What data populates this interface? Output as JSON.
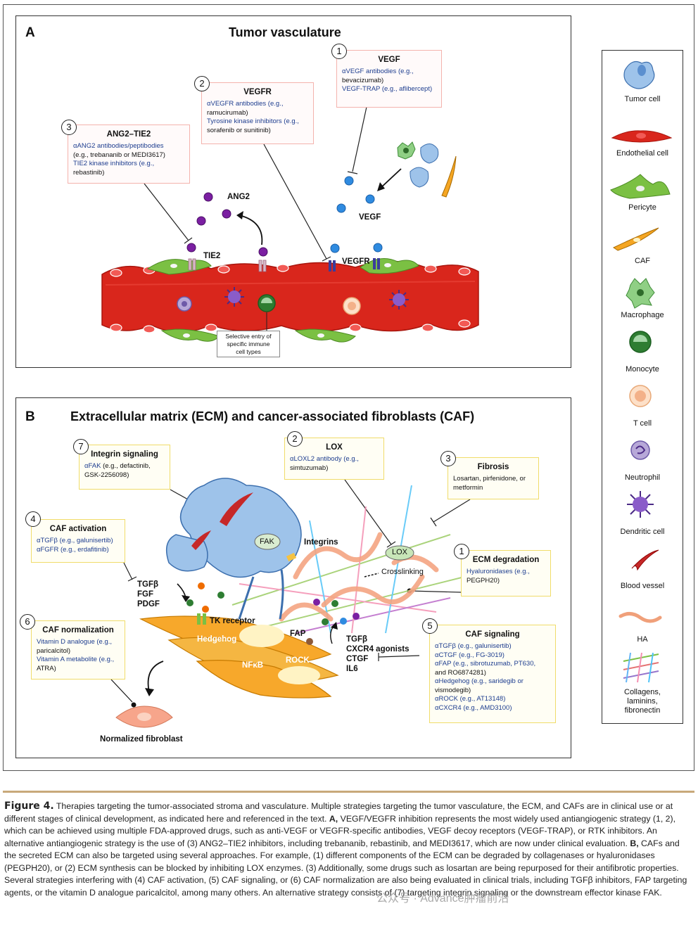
{
  "panel_a": {
    "letter": "A",
    "title": "Tumor vasculature",
    "box_vegf": {
      "num": "1",
      "title": "VEGF",
      "line1": "αVEGF antibodies (e.g.,",
      "line2": "bevacizumab)",
      "line3": "VEGF-TRAP (e.g., aflibercept)"
    },
    "box_vegfr": {
      "num": "2",
      "title": "VEGFR",
      "line1": "αVEGFR antibodies (e.g.,",
      "line2": "ramucirumab)",
      "line3": "Tyrosine kinase inhibitors (e.g.,",
      "line4": "sorafenib or sunitinib)"
    },
    "box_ang2": {
      "num": "3",
      "title": "ANG2–TIE2",
      "line1": "αANG2 antibodies/peptibodies",
      "line2": "(e.g., trebananib or MEDI3617)",
      "line3": "TIE2 kinase inhibitors (e.g.,",
      "line4": "rebastinib)"
    },
    "labels": {
      "ang2": "ANG2",
      "tie2": "TIE2",
      "vegf": "VEGF",
      "vegfr": "VEGFR"
    },
    "entry_box": {
      "line1": "Selective entry of",
      "line2": "specific immune",
      "line3": "cell types"
    }
  },
  "panel_b": {
    "letter": "B",
    "title": "Extracellular matrix (ECM) and cancer-associated fibroblasts (CAF)",
    "box_integrin": {
      "num": "7",
      "title": "Integrin signaling",
      "line1": "αFAK (e.g., defactinib,",
      "line2": "GSK-2256098)"
    },
    "box_lox": {
      "num": "2",
      "title": "LOX",
      "line1": "αLOXL2 antibody (e.g.,",
      "line2": "simtuzumab)"
    },
    "box_fibrosis": {
      "num": "3",
      "title": "Fibrosis",
      "line1": "Losartan, pirfenidone, or",
      "line2": "metformin"
    },
    "box_caf_activation": {
      "num": "4",
      "title": "CAF activation",
      "line1": "αTGFβ (e.g., galunisertib)",
      "line2": "αFGFR (e.g., erdafitinib)"
    },
    "box_ecm": {
      "num": "1",
      "title": "ECM degradation",
      "line1": "Hyaluronidases (e.g.,",
      "line2": "PEGPH20)"
    },
    "box_caf_norm": {
      "num": "6",
      "title": "CAF normalization",
      "line1": "Vitamin D analogue (e.g.,",
      "line2": "paricalcitol)",
      "line3": "Vitamin A metabolite (e.g.,",
      "line4": "ATRA)"
    },
    "box_caf_signal": {
      "num": "5",
      "title": "CAF signaling",
      "line1": "αTGFβ (e.g., galunisertib)",
      "line2": "αCTGF (e.g., FG-3019)",
      "line3": "αFAP (e.g., sibrotuzumab, PT630,",
      "line4": "and RO6874281)",
      "line5": "αHedgehog (e.g., saridegib or",
      "line6": "vismodegib)",
      "line7": "αROCK (e.g., AT13148)",
      "line8": "αCXCR4 (e.g., AMD3100)"
    },
    "labels": {
      "fak": "FAK",
      "integrins": "Integrins",
      "lox": "LOX",
      "crosslinking": "Crosslinking",
      "tgfb": "TGFβ",
      "fgf": "FGF",
      "pdgf": "PDGF",
      "tk_receptor": "TK receptor",
      "hedgehog": "Hedgehog",
      "nfkb": "NFκB",
      "rock": "ROCK",
      "fap": "FAP",
      "tgfb2": "TGFβ",
      "cxcr4": "CXCR4 agonists",
      "ctgf": "CTGF",
      "il6": "IL6",
      "normalized": "Normalized fibroblast"
    }
  },
  "legend": [
    "Tumor cell",
    "Endothelial cell",
    "Pericyte",
    "CAF",
    "Macrophage",
    "Monocyte",
    "T cell",
    "Neutrophil",
    "Dendritic cell",
    "Blood vessel",
    "HA",
    "Collagens,|laminins,|fibronectin"
  ],
  "caption": {
    "fig": "Figure 4.",
    "text": "Therapies targeting the tumor-associated stroma and vasculature. Multiple strategies targeting the tumor vasculature, the ECM, and CAFs are in clinical use or at different stages of clinical development, as indicated here and referenced in the text.",
    "a_label": "A,",
    "a_text": "VEGF/VEGFR inhibition represents the most widely used antiangiogenic strategy (1, 2), which can be achieved using multiple FDA-approved drugs, such as anti-VEGF or VEGFR-specific antibodies, VEGF decoy receptors (VEGF-TRAP), or RTK inhibitors. An alternative antiangiogenic strategy is the use of (3) ANG2–TIE2 inhibitors, including trebananib, rebastinib, and MEDI3617, which are now under clinical evaluation.",
    "b_label": "B,",
    "b_text": "CAFs and the secreted ECM can also be targeted using several approaches. For example, (1) different components of the ECM can be degraded by collagenases or hyaluronidases (PEGPH20), or (2) ECM synthesis can be blocked by inhibiting LOX enzymes. (3) Additionally, some drugs such as losartan are being repurposed for their antifibrotic properties. Several strategies interfering with (4) CAF activation, (5) CAF signaling, or (6) CAF normalization are also being evaluated in clinical trials, including TGFβ inhibitors, FAP targeting agents, or the vitamin D analogue paricalcitol, among many others. An alternative strategy consists of (7) targeting integrin signaling or the downstream effector kinase FAK."
  },
  "watermark": "公众号 · Advance肿瘤前沿"
}
